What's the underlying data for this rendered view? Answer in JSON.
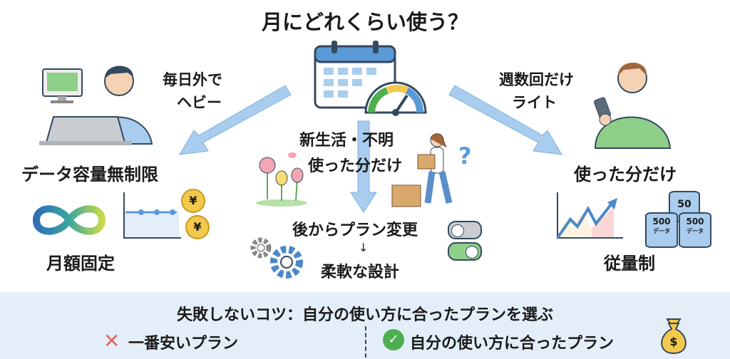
{
  "title": "月にどれくらい使う？",
  "left": {
    "usage_label": [
      "毎日外で",
      "ヘビー"
    ],
    "plan_heading": "データ容量無制限",
    "plan_type": "月額固定",
    "coin_symbol": "¥"
  },
  "center": {
    "usage_label": [
      "新生活・不明",
      "使った分だけ"
    ],
    "change_label": "後からプラン変更",
    "arrow_glyph": "↓",
    "result_label": "柔軟な設計",
    "question_mark": "?"
  },
  "right": {
    "usage_label": [
      "週数回だけ",
      "ライト"
    ],
    "plan_heading": "使った分だけ",
    "plan_type": "従量制",
    "data_stacks": [
      {
        "amount": "50",
        "unit": ""
      },
      {
        "amount": "500",
        "unit": "データ"
      },
      {
        "amount": "500",
        "unit": "データ"
      }
    ]
  },
  "tip": {
    "heading": "失敗しないコツ：自分の使い方に合ったプランを選ぶ",
    "bad": "一番安いプラン",
    "good": "自分の使い方に合ったプラン",
    "money_symbol": "$"
  },
  "colors": {
    "arrow": "#a9cdee",
    "band": "#e4eef8",
    "bad": "#e06666",
    "good": "#4caf50",
    "accent_blue": "#5b9bd5"
  }
}
